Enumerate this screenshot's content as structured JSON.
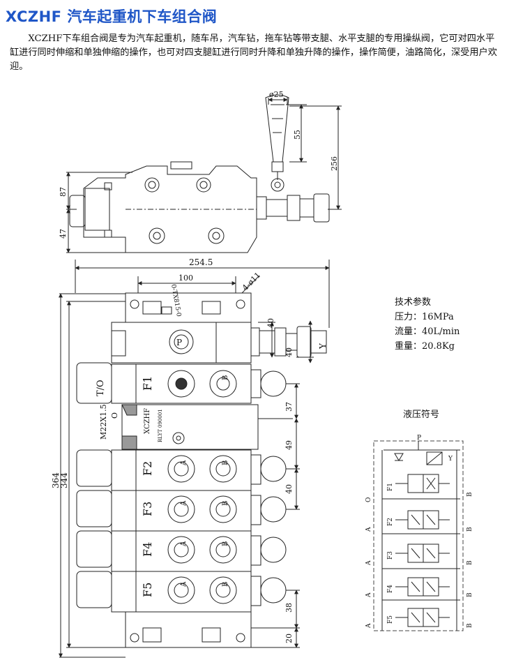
{
  "header": {
    "title": "XCZHF 汽车起重机下车组合阀",
    "intro": "XCZHF下车组合阀是专为汽车起重机，随车吊，汽车钻，拖车钻等带支腿、水平支腿的专用操纵阀，它可对四水平缸进行同时伸缩和单独伸缩的操作，也可对四支腿缸进行同时升降和单独升降的操作，操作简便，油路简化，深受用户欢迎。"
  },
  "tech": {
    "title": "技术参数",
    "pressure": "压力：16MPa",
    "flow": "流量：40L/min",
    "weight": "重量：20.8Kg"
  },
  "hydraulic": {
    "title": "液压符号",
    "port_p": "P",
    "port_y": "Y",
    "port_o": "O",
    "port_a": "A",
    "port_b": "B",
    "sections": [
      "F1",
      "F2",
      "F3",
      "F4",
      "F5"
    ]
  },
  "dimensions": {
    "d25": "ø25",
    "d55": "55",
    "d256": "256",
    "d87": "87",
    "d47": "47",
    "d254_5": "254.5",
    "d100": "100",
    "holes": "4-ø11",
    "d40a": "40",
    "d40b": "40",
    "d37": "37",
    "d49": "49",
    "d40c": "40",
    "d38": "38",
    "d20": "20",
    "d364": "364",
    "d344": "344",
    "m22": "M22X1.5",
    "port_to": "T/O",
    "port_o": "O"
  },
  "valve": {
    "p": "P",
    "y": "Y",
    "a": "A",
    "b": "B",
    "sections": [
      "F1",
      "F2",
      "F3",
      "F4",
      "F5"
    ],
    "plate_brand": "XCZHF",
    "plate_code": "RLYT 090001",
    "part_mark": "0-TX815-0"
  }
}
